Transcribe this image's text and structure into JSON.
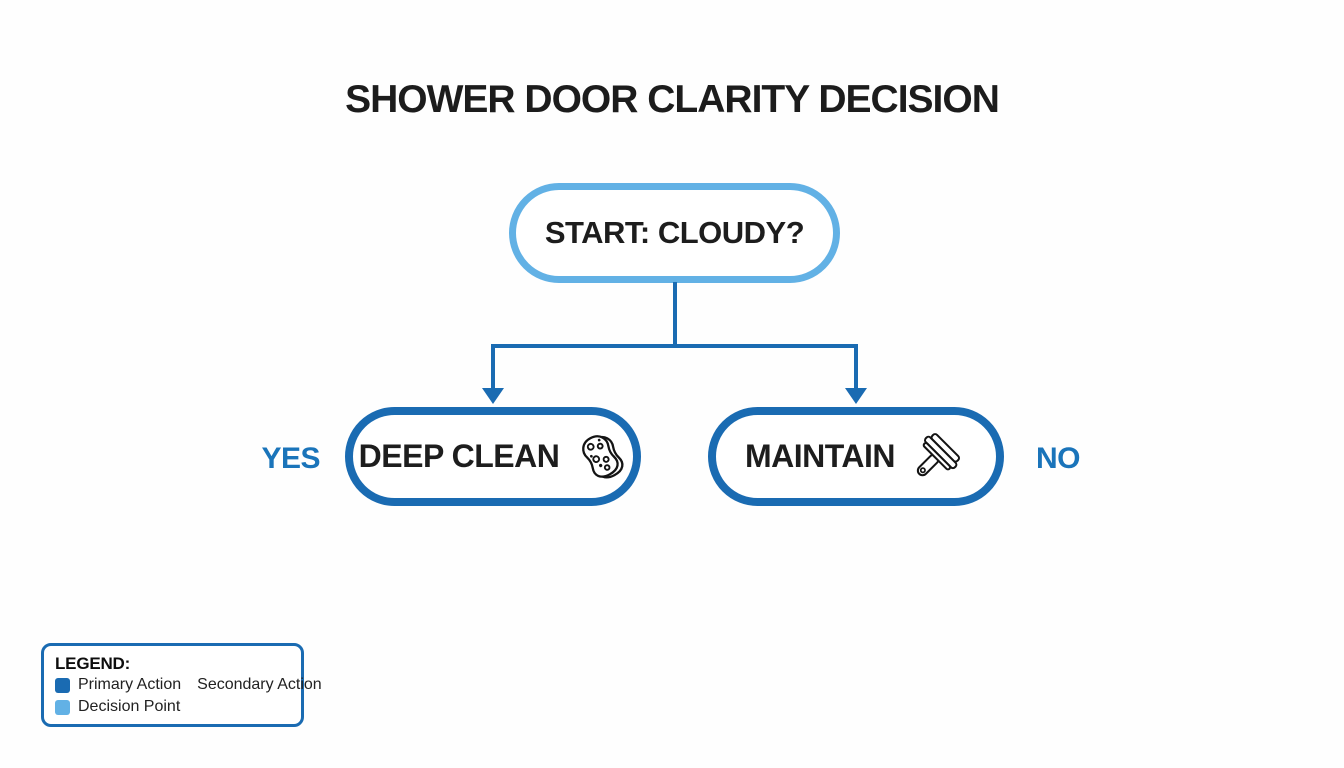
{
  "title": "SHOWER DOOR CLARITY DECISION",
  "flowchart": {
    "start": {
      "label": "START: CLOUDY?"
    },
    "branches": {
      "yes_label": "YES",
      "no_label": "NO"
    },
    "nodes": {
      "deep_clean": {
        "label": "DEEP CLEAN",
        "icon": "sponge-icon"
      },
      "maintain": {
        "label": "MAINTAIN",
        "icon": "squeegee-icon"
      }
    }
  },
  "legend": {
    "title": "LEGEND:",
    "rows": [
      {
        "swatch_color": "#1a6bb2",
        "labels": [
          "Primary Action",
          "Secondary Action"
        ]
      },
      {
        "swatch_color": "#62b1e5",
        "labels": [
          "Decision Point"
        ]
      }
    ]
  },
  "colors": {
    "primary_action_blue": "#1a6bb2",
    "decision_point_blue": "#62b1e5",
    "branch_label_blue": "#1a74ba",
    "text_dark": "#1c1c1c"
  }
}
